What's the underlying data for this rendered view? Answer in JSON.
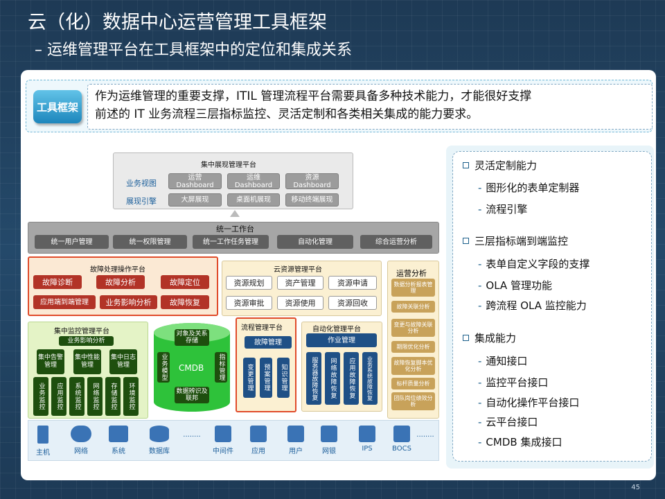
{
  "title": "云（化）数据中心运营管理工具框架",
  "subtitle": "– 运维管理平台在工具框架中的定位和集成关系",
  "badge": "工具框架",
  "intro": [
    "作为运维管理的重要支撑，ITIL 管理流程平台需要具备多种技术能力，才能很好支撑",
    "前述的 IT 业务流程三层指标监控、灵活定制和各类相关集成的能力要求。"
  ],
  "display_platform": {
    "title": "集中展现管理平台",
    "row1_label": "业务视图",
    "row1": [
      "运营\nDashboard",
      "运维\nDashboard",
      "资源\nDashboard"
    ],
    "row2_label": "展现引擎",
    "row2": [
      "大屏展现",
      "桌面机展现",
      "移动终端展现"
    ]
  },
  "workbench": {
    "title": "统一工作台",
    "items": [
      "统一用户管理",
      "统一权限管理",
      "统一工作任务管理",
      "自动化管理",
      "综合运营分析"
    ]
  },
  "fault": {
    "title": "故障处理操作平台",
    "row1": [
      "故障诊断",
      "故障分析",
      "故障定位"
    ],
    "row2": [
      "应用端到端管理",
      "业务影响分析",
      "故障恢复"
    ]
  },
  "cloud": {
    "title": "云资源管理平台",
    "row1": [
      "资源规划",
      "资产管理",
      "资源申请"
    ],
    "row2": [
      "资源审批",
      "资源使用",
      "资源回收"
    ]
  },
  "ops": {
    "title": "运营分析",
    "items": [
      "数据分析报表管理",
      "故障关联分析",
      "变更与故障关联分析",
      "期限优化分析",
      "故障恢复脚本优化分析",
      "标杆质量分析",
      "团队岗位绩效分析"
    ]
  },
  "monitor": {
    "title": "集中监控管理平台",
    "impact": "业务影响分析",
    "mgmt": [
      "集中告警管理",
      "集中性能管理",
      "集中日志管理"
    ],
    "mon": [
      "业务监控",
      "应用监控",
      "系统监控",
      "网络监控",
      "存储监控",
      "环境监控"
    ]
  },
  "cmdb": {
    "top": "对象及关系存储",
    "center": "CMDB",
    "left": "业务模型",
    "right": "指标管理",
    "bottom": "数据辨识及联邦"
  },
  "process": {
    "title": "流程管理平台",
    "top": "故障管理",
    "items": [
      "变更管理",
      "预案管理",
      "知识管理"
    ]
  },
  "automation": {
    "title": "自动化管理平台",
    "top": "作业管理",
    "items": [
      "服务器故障恢复",
      "网络故障恢复",
      "应用故障恢复",
      "业务系统故障恢复"
    ]
  },
  "infra": [
    "主机",
    "网络",
    "系统",
    "数据库",
    "........",
    "中间件",
    "应用",
    "用户",
    "网银",
    "IPS",
    "BOCS",
    "........"
  ],
  "right": {
    "sections": [
      {
        "head": "灵活定制能力",
        "items": [
          "图形化的表单定制器",
          "流程引擎"
        ]
      },
      {
        "head": "三层指标端到端监控",
        "items": [
          "表单自定义字段的支撑",
          "OLA 管理功能",
          "跨流程 OLA 监控能力"
        ]
      },
      {
        "head": "集成能力",
        "items": [
          "通知接口",
          "监控平台接口",
          "自动化操作平台接口",
          "云平台接口",
          "CMDB 集成接口"
        ]
      }
    ]
  },
  "page": "45",
  "colors": {
    "bg": "#1f3f5e",
    "red": "#b23327",
    "green": "#1e4f0e",
    "blue": "#1f5086",
    "cream": "#fbf0d2"
  }
}
